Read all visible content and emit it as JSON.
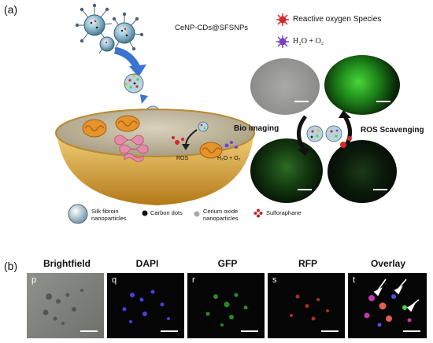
{
  "panel_a": {
    "letter": "(a)",
    "nanocarrier_label": "CeNP-CDs@SFSNPs",
    "ros_legend": "Reactive oxygen Species",
    "water_legend": "H₂O + O₂",
    "ros_label": "ROS",
    "h2o_label": "H₂O + O₂",
    "bio_imaging": "Bio imaging",
    "ros_scavenging": "ROS Scavenging",
    "legend": {
      "silk": "Silk fibroin nanoparticles",
      "carbon": "Carbon dots",
      "cerium": "Cerium oxide nanoparticles",
      "sulforaphane": "Sulforaphane"
    }
  },
  "panel_b": {
    "letter": "(b)",
    "tiles": [
      {
        "header": "Brightfield",
        "sub": "p"
      },
      {
        "header": "DAPI",
        "sub": "q"
      },
      {
        "header": "GFP",
        "sub": "r"
      },
      {
        "header": "RFP",
        "sub": "s"
      },
      {
        "header": "Overlay",
        "sub": "t"
      }
    ]
  },
  "colors": {
    "cell_body": "#c2b89a",
    "cell_rim": "#e0a844",
    "arrow_blue": "#3b73d1",
    "ros_red": "#d8262b",
    "water_purple": "#7a3fc4",
    "fluor_green": "#46d838"
  }
}
